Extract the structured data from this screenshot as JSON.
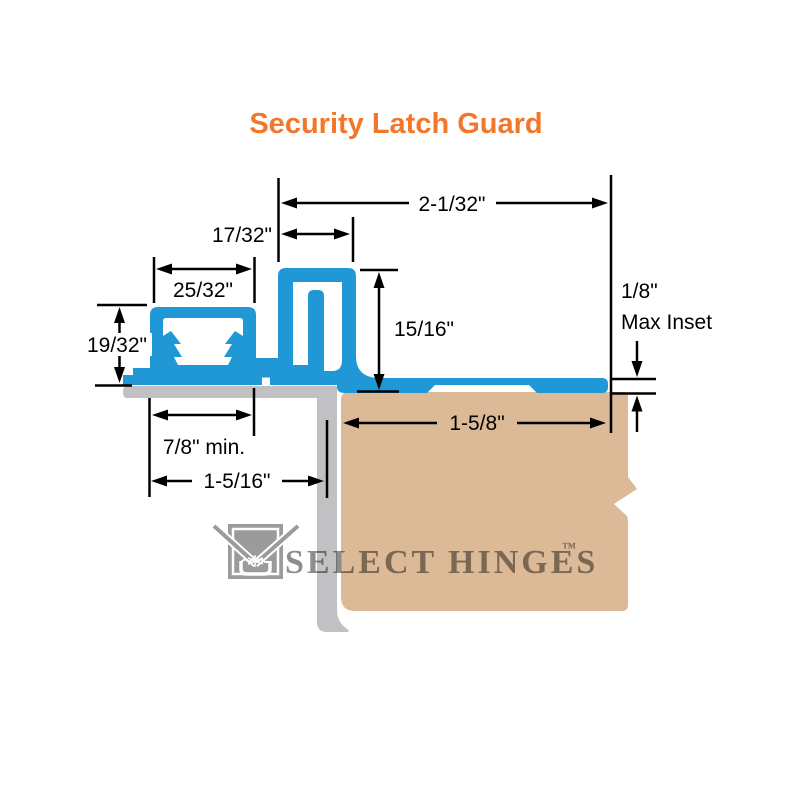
{
  "title": {
    "text": "Security Latch Guard",
    "color": "#F2772B"
  },
  "diagram": {
    "name": "security-latch-guard-cross-section",
    "dimensions": {
      "top_width": "2-1/32\"",
      "hook_width": "17/32\"",
      "box_width": "25/32\"",
      "box_height": "19/32\"",
      "hook_height": "15/16\"",
      "max_inset_value": "1/8\"",
      "max_inset_label": "Max Inset",
      "frame_min": "7/8\" min.",
      "frame_total": "1-5/16\"",
      "door_face": "1-5/8\""
    },
    "colors": {
      "profile": "#1F98D5",
      "door": "#DCBA97",
      "frame": "#C1C1C3",
      "dimension": "#000000"
    }
  },
  "logo": {
    "text": "SELECT HINGES",
    "tm": "™",
    "color": "#8D8D8D",
    "icon_gray": "#9B9B9B"
  }
}
